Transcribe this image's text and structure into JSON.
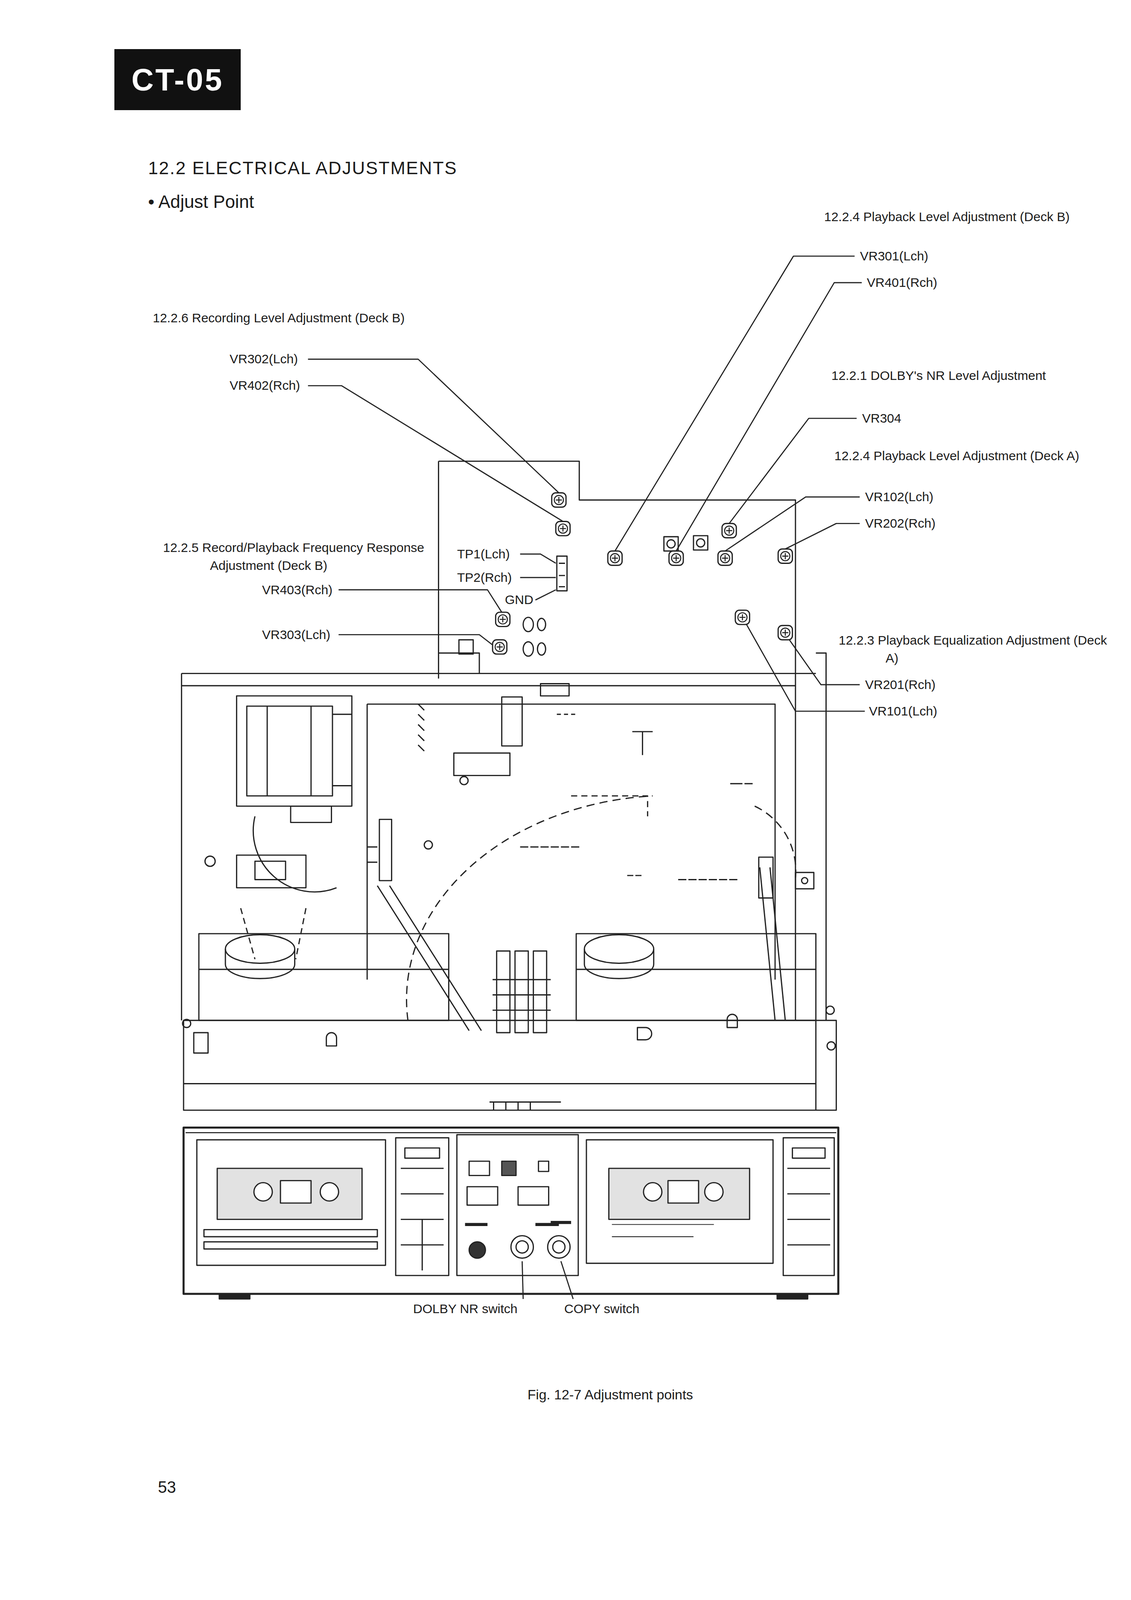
{
  "diagram": {
    "title": "12.2 ELECTRICAL ADJUSTMENTS",
    "caption": "Fig. 12-7 Adjustment points",
    "nodes": [
      {
        "text": [
          "CT-05"
        ]
      }
    ],
    "labels": [
      "• Adjust Point",
      "12.2.4 Playback Level Adjustment (Deck B)",
      "VR301(Lch)",
      "VR401(Rch)",
      "12.2.6 Recording Level Adjustment (Deck B)",
      "VR302(Lch)",
      "VR402(Rch)",
      "12.2.1 DOLBY's NR Level Adjustment",
      "VR304",
      "12.2.4 Playback Level Adjustment (Deck A)",
      "VR102(Lch)",
      "VR202(Rch)",
      "12.2.5 Record/Playback Frequency Response Adjustment (Deck B)",
      "VR403(Rch)",
      "TP1(Lch)",
      "TP2(Rch)",
      "GND",
      "VR303(Lch)",
      "12.2.3 Playback Equalization Adjustment (Deck A)",
      "VR201(Rch)",
      "VR101(Lch)",
      "DOLBY NR switch",
      "COPY switch",
      "53"
    ]
  }
}
